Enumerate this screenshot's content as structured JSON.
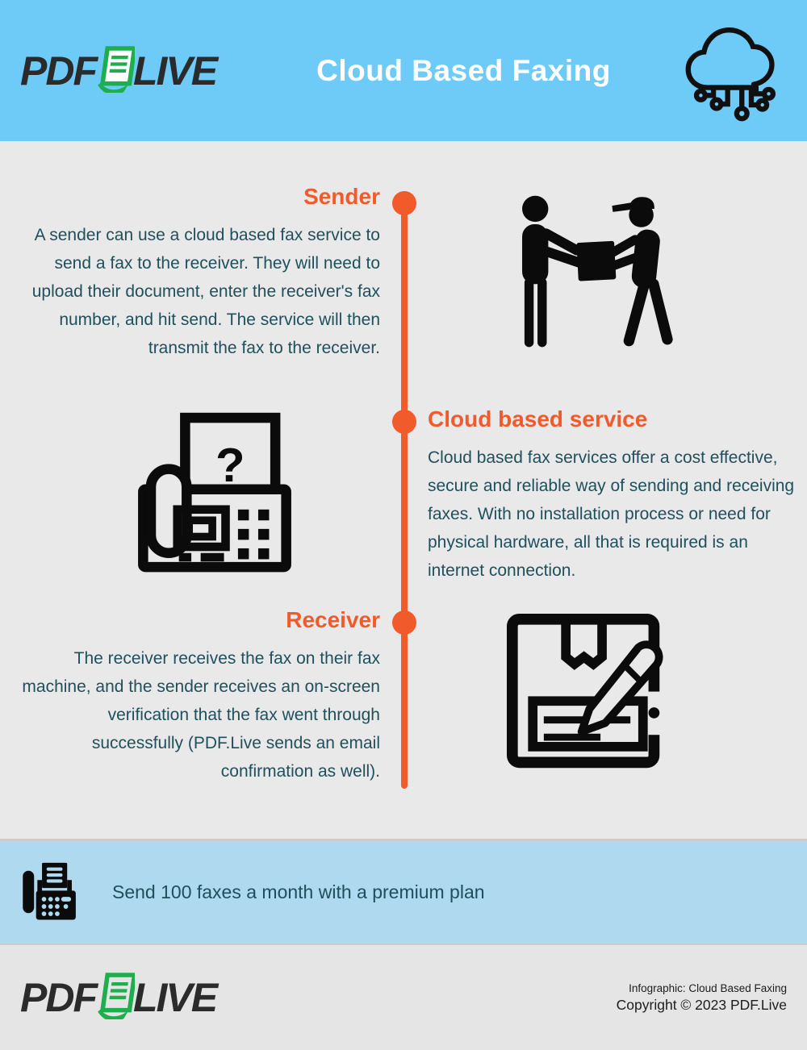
{
  "header": {
    "logo_pdf": "PDF",
    "logo_live": "LIVE",
    "title": "Cloud Based Faxing"
  },
  "timeline": {
    "steps": [
      {
        "heading": "Sender",
        "body": "A sender can use a cloud based fax service to send a fax to the receiver. They will need to upload their document, enter the receiver's fax number, and hit send. The service will then transmit the fax to the receiver.",
        "icon": "package-handover-icon"
      },
      {
        "heading": "Cloud based service",
        "body": "Cloud based fax services offer a cost effective, secure and reliable way of sending and receiving faxes. With no installation process or need for physical hardware, all that is required is an internet connection.",
        "icon": "fax-machine-icon"
      },
      {
        "heading": "Receiver",
        "body": "The receiver receives the fax on their fax machine, and the sender receives an on-screen verification that the fax went through successfully (PDF.Live sends an email confirmation as well).",
        "icon": "sign-package-icon"
      }
    ]
  },
  "banner": {
    "text": "Send 100 faxes a month with a premium plan",
    "icon": "fax-icon"
  },
  "footer": {
    "logo_pdf": "PDF",
    "logo_live": "LIVE",
    "infographic_label": "Infographic: Cloud Based Faxing",
    "copyright": "Copyright © 2023 PDF.Live"
  },
  "icons": {
    "header_right": "cloud-computing-icon",
    "logo_mark": "document-icon"
  },
  "colors": {
    "header_blue": "#6ecbf8",
    "banner_blue": "#aed9ee",
    "body_gray": "#e9e9e9",
    "footer_gray": "#e5e5e5",
    "accent_orange": "#f15a2b",
    "text_teal": "#20505c",
    "logo_green": "#1fae4d",
    "logo_dark": "#2b2b2b",
    "icon_black": "#0b0b0b"
  }
}
